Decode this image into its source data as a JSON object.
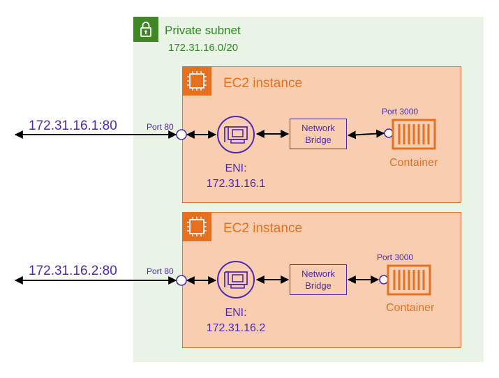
{
  "subnet": {
    "title": "Private subnet",
    "cidr": "172.31.16.0/20",
    "icon": "lock-icon",
    "color": "#3f8624"
  },
  "instances": [
    {
      "title": "EC2 instance",
      "external_address": "172.31.16.1:80",
      "host_port_label": "Port 80",
      "eni_label": "ENI:",
      "eni_ip": "172.31.16.1",
      "bridge_line1": "Network",
      "bridge_line2": "Bridge",
      "container_port_label": "Port 3000",
      "container_label": "Container"
    },
    {
      "title": "EC2 instance",
      "external_address": "172.31.16.2:80",
      "host_port_label": "Port 80",
      "eni_label": "ENI:",
      "eni_ip": "172.31.16.2",
      "bridge_line1": "Network",
      "bridge_line2": "Bridge",
      "container_port_label": "Port 3000",
      "container_label": "Container"
    }
  ],
  "colors": {
    "subnet_bg": "#e9f3e6",
    "subnet_text": "#2e8b20",
    "ec2_fill": "#f9cdb0",
    "ec2_border": "#e07b39",
    "ec2_accent": "#e5701f",
    "network_purple": "#4f2ab0"
  },
  "icons": {
    "ec2": "chip-icon",
    "eni": "network-interface-icon",
    "container": "container-icon"
  }
}
